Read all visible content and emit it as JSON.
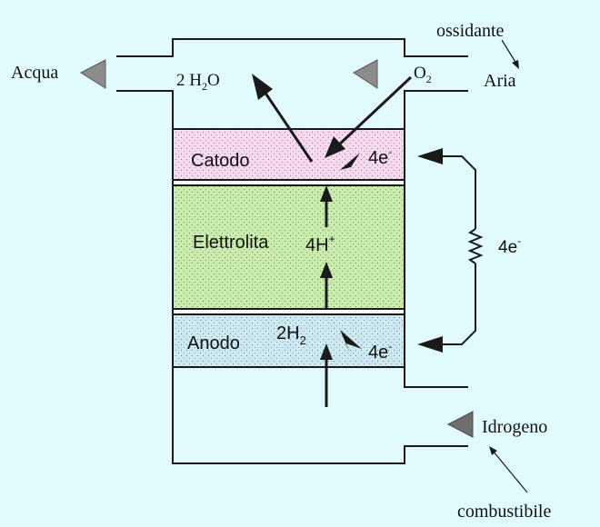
{
  "layers": {
    "cathode": {
      "label": "Catodo",
      "electrons": "4e",
      "electrons_sup": "-",
      "color": "#f7d9ef"
    },
    "electrolyte": {
      "label": "Elettrolita",
      "ion": "4H",
      "ion_sup": "+",
      "color": "#c9ecac"
    },
    "anode": {
      "label": "Anodo",
      "fuel": "2H",
      "fuel_sub": "2",
      "electrons": "4e",
      "electrons_sup": "-",
      "color": "#cce9f2"
    }
  },
  "top": {
    "water_out": "Acqua",
    "water_molecule": "2 H",
    "water_molecule_sub": "2",
    "water_molecule_tail": "O",
    "oxygen": "O",
    "oxygen_sub": "2",
    "air_in": "Aria",
    "oxidant": "ossidante"
  },
  "bottom": {
    "hydrogen_in": "Idrogeno",
    "fuel": "combustibile"
  },
  "circuit": {
    "label": "4e",
    "label_sup": "-"
  },
  "colors": {
    "background": "#e1fbfc",
    "line": "#1a1a1a",
    "arrow_head_gray": "#8c8c8c"
  }
}
